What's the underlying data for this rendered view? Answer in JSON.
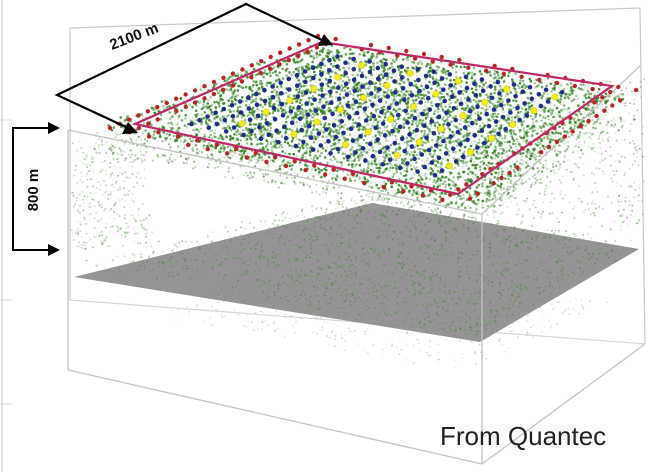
{
  "figure": {
    "width_label": "2100 m",
    "depth_label": "800 m",
    "credit": "From Quantec"
  },
  "colors": {
    "background": "#ffffff",
    "box_edges": "#c9c9c9",
    "survey_outline": "#c0286a",
    "receiver_red": "#b52828",
    "receiver_blue": "#1f2f86",
    "receiver_yellow": "#f2ee1a",
    "inversion_cells": "#2e7d1c",
    "horizon_plane": "#8c8c8c",
    "arrows": "#000000"
  },
  "icons": [
    "width-dimension-arrow",
    "depth-dimension-arrow"
  ]
}
